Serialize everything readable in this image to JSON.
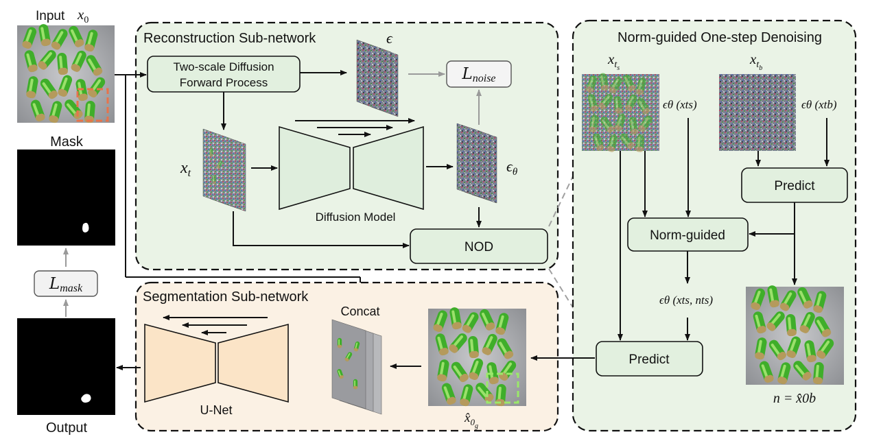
{
  "input_label": "Input",
  "input_symbol": "x",
  "input_symbol_sub": "0",
  "mask_label": "Mask",
  "output_label": "Output",
  "loss_mask": {
    "main": "L",
    "sub": "mask"
  },
  "reconstruction": {
    "title": "Reconstruction Sub-network",
    "forward_line1": "Two-scale Diffusion",
    "forward_line2": "Forward Process",
    "epsilon": "ϵ",
    "loss_noise": {
      "main": "L",
      "sub": "noise"
    },
    "xt": {
      "main": "x",
      "sub": "t"
    },
    "eps_theta": {
      "main": "ϵ",
      "sub": "θ"
    },
    "diffusion_model": "Diffusion Model",
    "nod": "NOD"
  },
  "segmentation": {
    "title": "Segmentation Sub-network",
    "concat": "Concat",
    "unet": "U-Net",
    "x0g": {
      "main": "x̂",
      "sub": "0",
      "subsub": "g"
    }
  },
  "nod_panel": {
    "title": "Norm-guided One-step Denoising",
    "x_ts": {
      "main": "x",
      "sub": "t",
      "subsub": "s"
    },
    "x_tb": {
      "main": "x",
      "sub": "t",
      "subsub": "b"
    },
    "eps_ts": "ϵθ (xts)",
    "eps_tb": "ϵθ (xtb)",
    "predict_top": "Predict",
    "norm_guided": "Norm-guided",
    "eps_ts_nts": "ϵθ (xts, nts)",
    "predict_bottom": "Predict",
    "n_eq": "n = x̂0b"
  },
  "colors": {
    "green_panel": "#eaf3e6",
    "orange_panel": "#fbf1e4",
    "box_green": "#e2f0df",
    "unet_fill": "#fbe4c7",
    "diffusion_fill": "#dfeedd",
    "dashed_square": "#e8734a",
    "dashed_square_green": "#9be86a"
  }
}
